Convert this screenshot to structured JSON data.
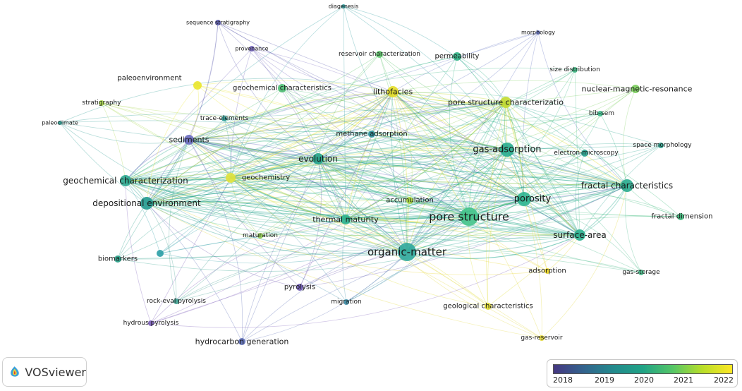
{
  "app": {
    "logo_text": "VOSviewer"
  },
  "legend": {
    "years": [
      "2018",
      "2019",
      "2020",
      "2021",
      "2022"
    ],
    "colors": [
      "#453781",
      "#33638d",
      "#238a8d",
      "#20a386",
      "#55c667",
      "#b8de29",
      "#fde725"
    ]
  },
  "nodes": [
    {
      "id": "organic-matter",
      "label": "organic-matter",
      "color": "#2fa99b"
    },
    {
      "id": "pore-structure",
      "label": "pore structure",
      "color": "#41c38a"
    },
    {
      "id": "porosity",
      "label": "porosity",
      "color": "#2db590"
    },
    {
      "id": "gas-adsorption",
      "label": "gas-adsorption",
      "color": "#27ad8e"
    },
    {
      "id": "fractal-characteristics",
      "label": "fractal characteristics",
      "color": "#28ab8e"
    },
    {
      "id": "surface-area",
      "label": "surface-area",
      "color": "#2aaf8f"
    },
    {
      "id": "evolution",
      "label": "evolution",
      "color": "#22a48b"
    },
    {
      "id": "thermal-maturity",
      "label": "thermal maturity",
      "color": "#2bb28d"
    },
    {
      "id": "depositional-environment",
      "label": "depositional environment",
      "color": "#229a8f"
    },
    {
      "id": "geochemical-characterization",
      "label": "geochemical characterization",
      "color": "#2aa98f"
    },
    {
      "id": "sediments",
      "label": "sediments",
      "color": "#6a6bc0"
    },
    {
      "id": "geochemistry",
      "label": "geochemistry",
      "color": "#e1e23a"
    },
    {
      "id": "lithofacies",
      "label": "lithofacies",
      "color": "#e4dd27"
    },
    {
      "id": "pore-structure-characterizatio",
      "label": "pore structure characterizatio",
      "color": "#c3da2f"
    },
    {
      "id": "nuclear-magnetic-resonance",
      "label": "nuclear-magnetic-resonance",
      "color": "#7bcf5c"
    },
    {
      "id": "permeability",
      "label": "permeability",
      "color": "#2db184"
    },
    {
      "id": "reservoir-characterization",
      "label": "reservoir characterization",
      "color": "#5cc469"
    },
    {
      "id": "geochemical-characteristics",
      "label": "geochemical characteristics",
      "color": "#4dbd72"
    },
    {
      "id": "methane-adsorption",
      "label": "methane adsorption",
      "color": "#2a8f9c"
    },
    {
      "id": "electron-microscopy",
      "label": "electron-microscopy",
      "color": "#25a08c"
    },
    {
      "id": "bib-sem",
      "label": "bib-sem",
      "color": "#3bb88a"
    },
    {
      "id": "space-morphology",
      "label": "space morphology",
      "color": "#2aa38e"
    },
    {
      "id": "fractal-dimension",
      "label": "fractal dimension",
      "color": "#3dba7c"
    },
    {
      "id": "size-distribution",
      "label": "size distribution",
      "color": "#3db883"
    },
    {
      "id": "morphology",
      "label": "morphology",
      "color": "#5f6fc0"
    },
    {
      "id": "diagenesis",
      "label": "diagenesis",
      "color": "#2d9fa0"
    },
    {
      "id": "sequence-stratigraphy",
      "label": "sequence stratigraphy",
      "color": "#5b5bb0"
    },
    {
      "id": "provenance",
      "label": "provenance",
      "color": "#7465bd"
    },
    {
      "id": "paleoenvironment",
      "label": "paleoenvironment",
      "color": "#eae52a"
    },
    {
      "id": "stratigraphy",
      "label": "stratigraphy",
      "color": "#a7d84a"
    },
    {
      "id": "paleoclimate",
      "label": "paleoclimate",
      "color": "#2e9f95"
    },
    {
      "id": "trace-elements",
      "label": "trace-elements",
      "color": "#2e9d98"
    },
    {
      "id": "accumulation",
      "label": "accumulation",
      "color": "#a8d63b"
    },
    {
      "id": "maturation",
      "label": "maturation",
      "color": "#8fc94f"
    },
    {
      "id": "biomarkers",
      "label": "biomarkers",
      "color": "#269f86"
    },
    {
      "id": "unlabeled-node",
      "label": "",
      "color": "#2b9fa6"
    },
    {
      "id": "pyrolysis",
      "label": "pyrolysis",
      "color": "#6a55b0"
    },
    {
      "id": "migration",
      "label": "migration",
      "color": "#3e8fa8"
    },
    {
      "id": "rock-eval-pyrolysis",
      "label": "rock-eval pyrolysis",
      "color": "#3e9d8e"
    },
    {
      "id": "hydrous-pyrolysis",
      "label": "hydrous pyrolysis",
      "color": "#7a5db8"
    },
    {
      "id": "hydrocarbon-generation",
      "label": "hydrocarbon generation",
      "color": "#5a6ab5"
    },
    {
      "id": "adsorption",
      "label": "adsorption",
      "color": "#e9d425"
    },
    {
      "id": "gas-storage",
      "label": "gas-storage",
      "color": "#46b886"
    },
    {
      "id": "geological-characteristics",
      "label": "geological characteristics",
      "color": "#e0dc2e"
    },
    {
      "id": "gas-reservoir",
      "label": "gas-reservoir",
      "color": "#e2d73a"
    }
  ]
}
